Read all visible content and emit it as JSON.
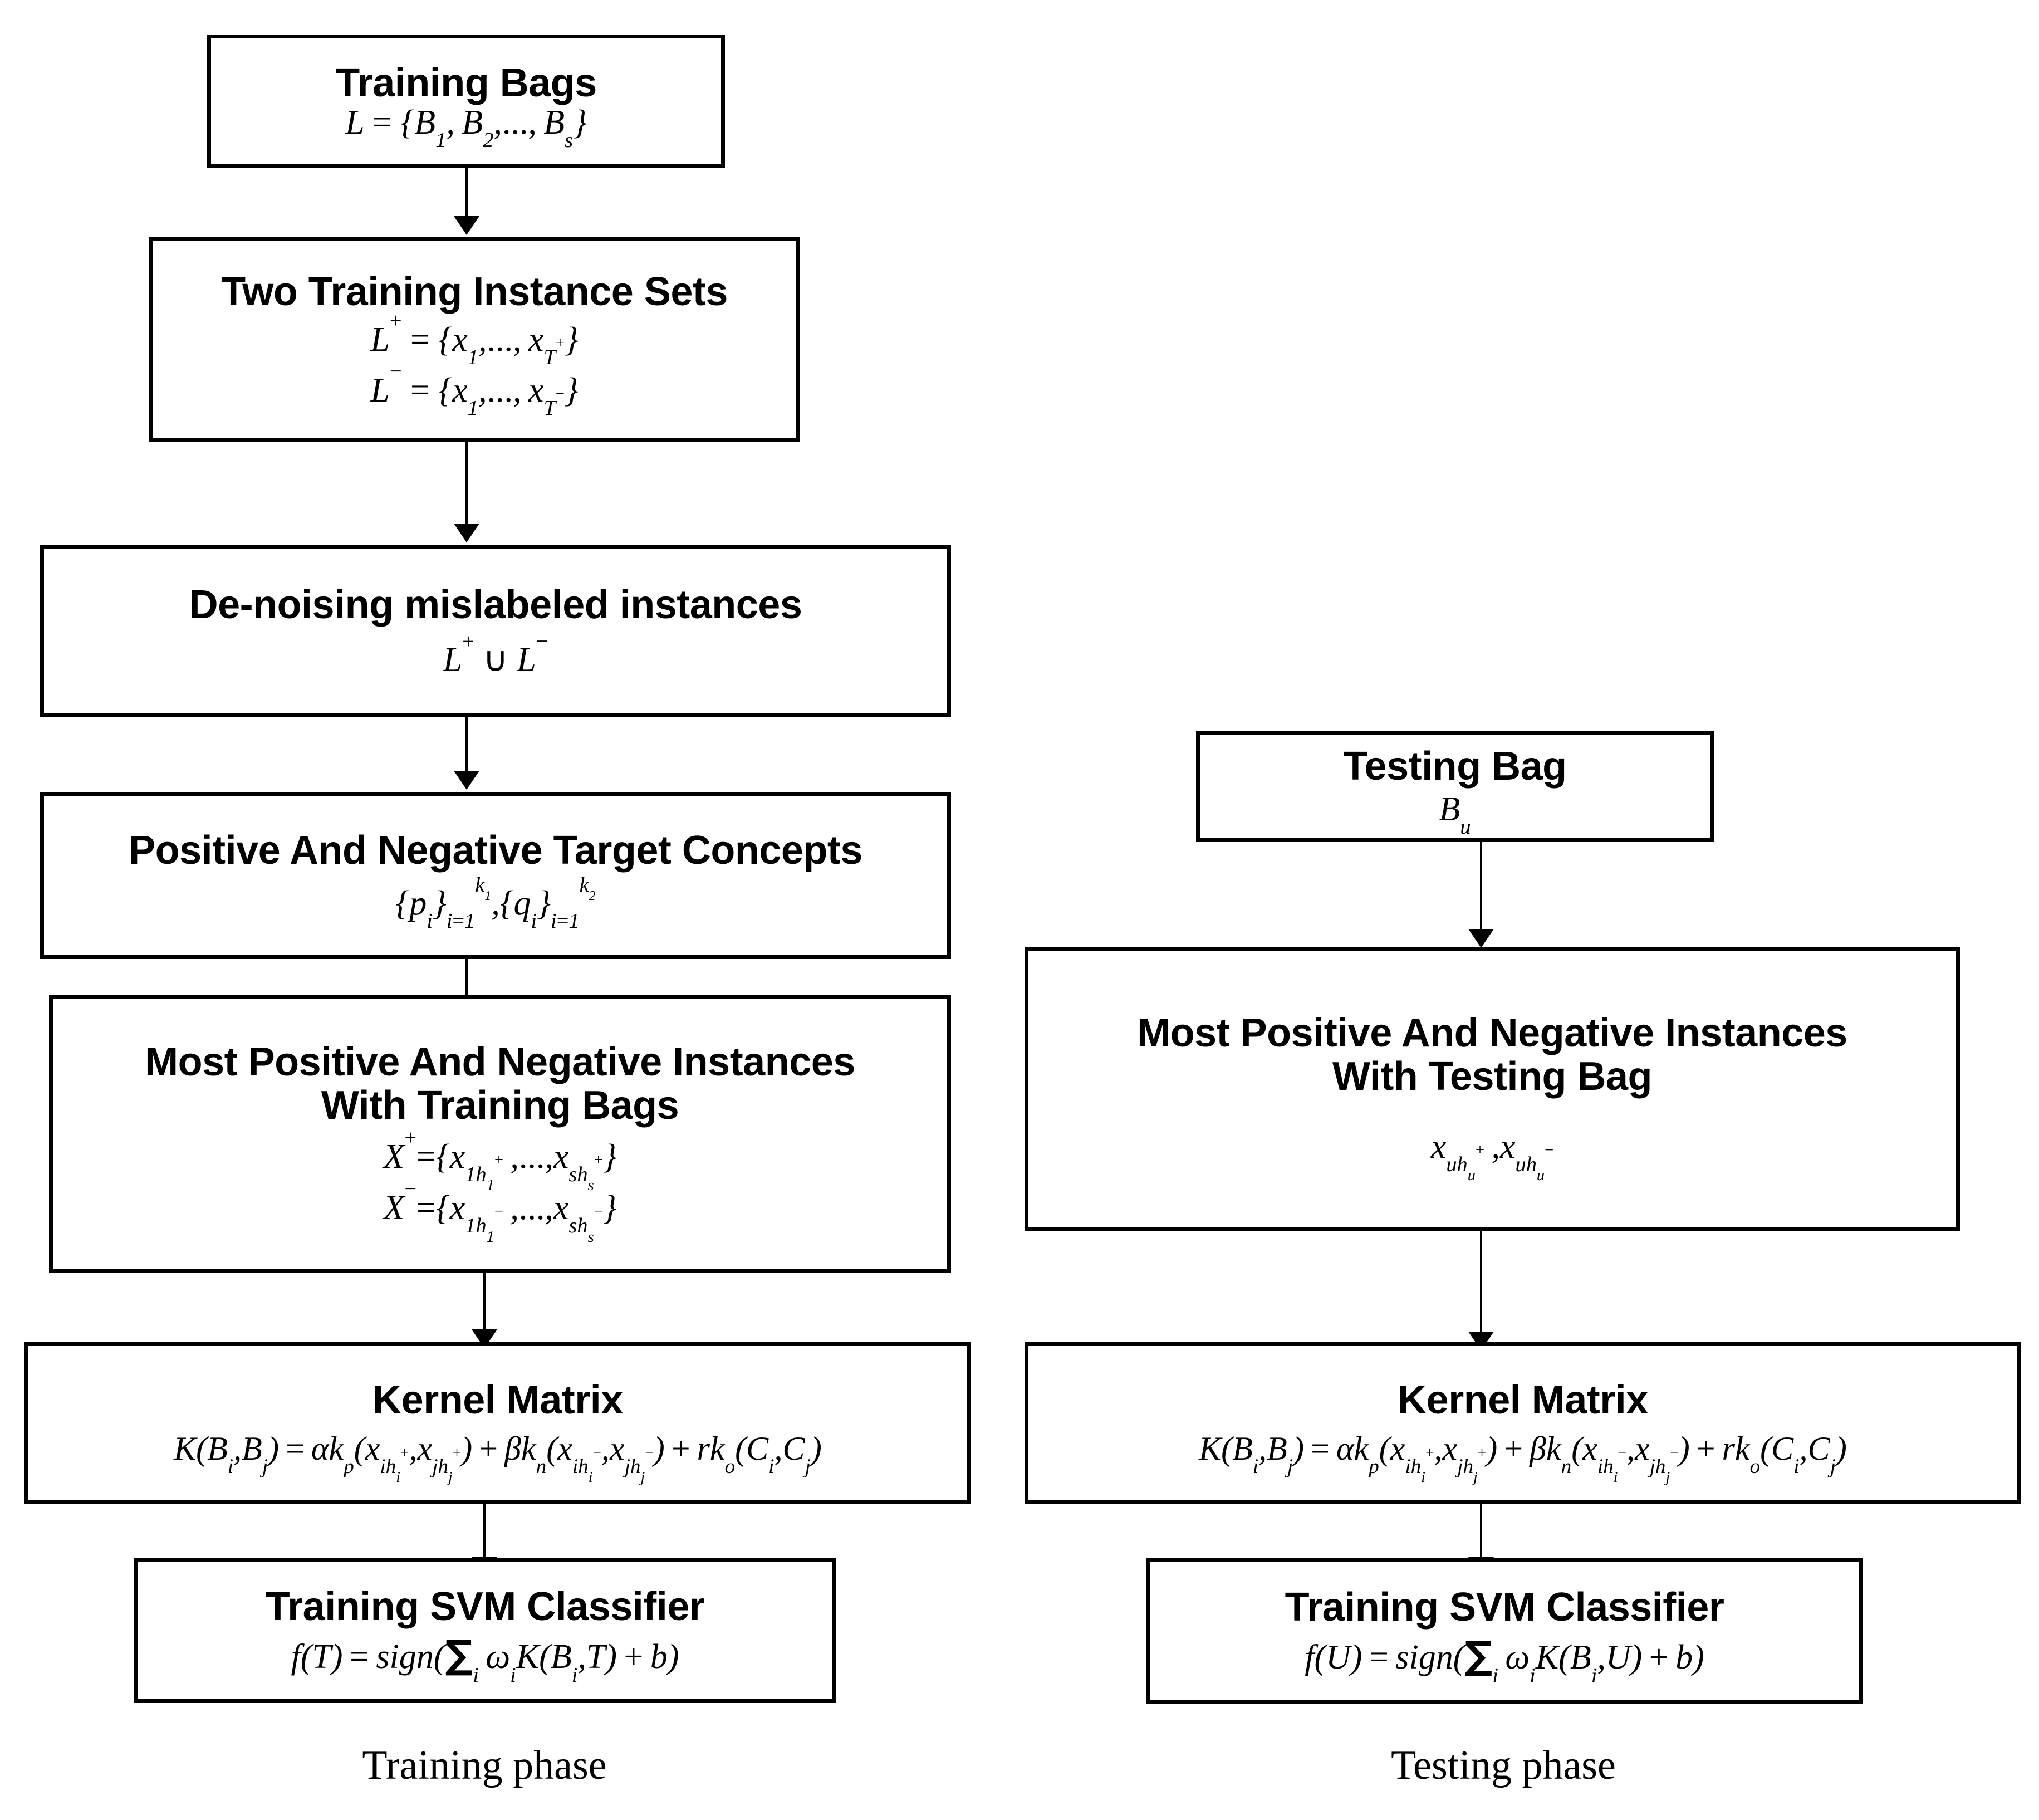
{
  "diagram": {
    "type": "flowchart",
    "title": "Multiple-instance learning training and testing pipeline",
    "columns": [
      {
        "name": "training-phase",
        "caption": "Training phase",
        "nodes": [
          {
            "id": "training-bags",
            "title": "Training Bags",
            "formulas": [
              "L = {B1, B2, ..., Bs}"
            ]
          },
          {
            "id": "two-training-instance-sets",
            "title": "Two Training Instance Sets",
            "formulas": [
              "L+ = {x1, ..., xT+}",
              "L- = {x1, ..., xT-}"
            ]
          },
          {
            "id": "de-noising-mislabeled-instances",
            "title": "De-noising mislabeled instances",
            "formulas": [
              "L+ U L-"
            ]
          },
          {
            "id": "positive-and-negative-target-concepts",
            "title": "Positive And Negative Target Concepts",
            "formulas": [
              "{pi}i=1..k1, {qi}i=1..k2"
            ]
          },
          {
            "id": "most-positive-negative-instances-training",
            "title_line1": "Most Positive And Negative Instances",
            "title_line2": "With Training Bags",
            "formulas": [
              "X+ = {x1h1+, ..., xshs+}",
              "X- = {x1h1-, ..., xshs-}"
            ]
          },
          {
            "id": "kernel-matrix-training",
            "title": "Kernel Matrix",
            "formulas": [
              "K(Bi,Bj) = a kp(xihi+, xjhj+) + b kn(xihi-, xjhj-) + r ko(Ci,Cj)"
            ]
          },
          {
            "id": "training-svm-classifier-training",
            "title": "Training SVM Classifier",
            "formulas": [
              "f(T) = sign( SUM_i wi K(Bi,T) + b )"
            ]
          }
        ]
      },
      {
        "name": "testing-phase",
        "caption": "Testing phase",
        "nodes": [
          {
            "id": "testing-bag",
            "title": "Testing Bag",
            "formulas": [
              "Bu"
            ]
          },
          {
            "id": "most-positive-negative-instances-testing",
            "title_line1": "Most Positive And Negative Instances",
            "title_line2": "With Testing Bag",
            "formulas": [
              "xuhu+, xuhu-"
            ]
          },
          {
            "id": "kernel-matrix-testing",
            "title": "Kernel Matrix",
            "formulas": [
              "K(Bi,Bj) = a kp(xihi+, xjhj+) + b kn(xihi-, xjhj-) + r ko(Ci,Cj)"
            ]
          },
          {
            "id": "training-svm-classifier-testing",
            "title": "Training SVM Classifier",
            "formulas": [
              "f(U) = sign( SUM_i wi K(Bi,U) + b )"
            ]
          }
        ]
      }
    ],
    "labels": {
      "training_bags_title": "Training Bags",
      "two_sets_title": "Two Training Instance Sets",
      "denoise_title": "De-noising mislabeled instances",
      "target_concepts_title": "Positive And Negative Target Concepts",
      "most_instances_train_l1": "Most Positive And Negative Instances",
      "most_instances_train_l2": "With Training Bags",
      "kernel_matrix_title": "Kernel Matrix",
      "svm_title": "Training SVM Classifier",
      "testing_bag_title": "Testing Bag",
      "most_instances_test_l1": "Most Positive And Negative Instances",
      "most_instances_test_l2": "With Testing Bag",
      "kernel_matrix_title_right": "Kernel Matrix",
      "svm_title_right": "Training SVM Classifier",
      "training_phase_caption": "Training phase",
      "testing_phase_caption": "Testing phase"
    },
    "colors": {
      "stroke": "#000000",
      "background": "#ffffff",
      "text": "#000000"
    }
  }
}
